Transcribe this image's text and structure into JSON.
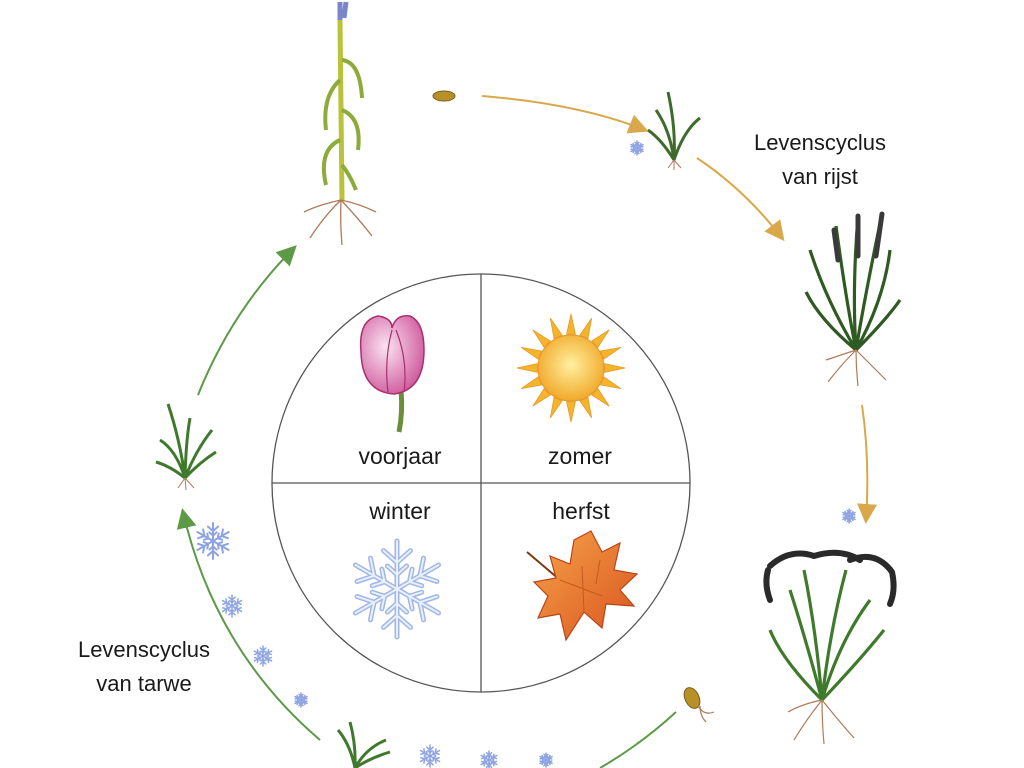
{
  "rice_cycle": {
    "label_line1": "Levenscyclus",
    "label_line2": "van rijst"
  },
  "wheat_cycle": {
    "label_line1": "Levenscyclus",
    "label_line2": "van tarwe"
  },
  "seasons": {
    "spring": {
      "label": "voorjaar",
      "icon": "tulip-icon"
    },
    "summer": {
      "label": "zomer",
      "icon": "sun-icon"
    },
    "winter": {
      "label": "winter",
      "icon": "snowflake-icon"
    },
    "autumn": {
      "label": "herfst",
      "icon": "maple-leaf-icon"
    }
  },
  "colors": {
    "rice_arrow": "#d9a84a",
    "wheat_arrow": "#5d9a48",
    "snow": "#8da3e2",
    "sun": "#f5b52a",
    "tulip": "#d86aa8",
    "leaf": "#e8742a"
  }
}
